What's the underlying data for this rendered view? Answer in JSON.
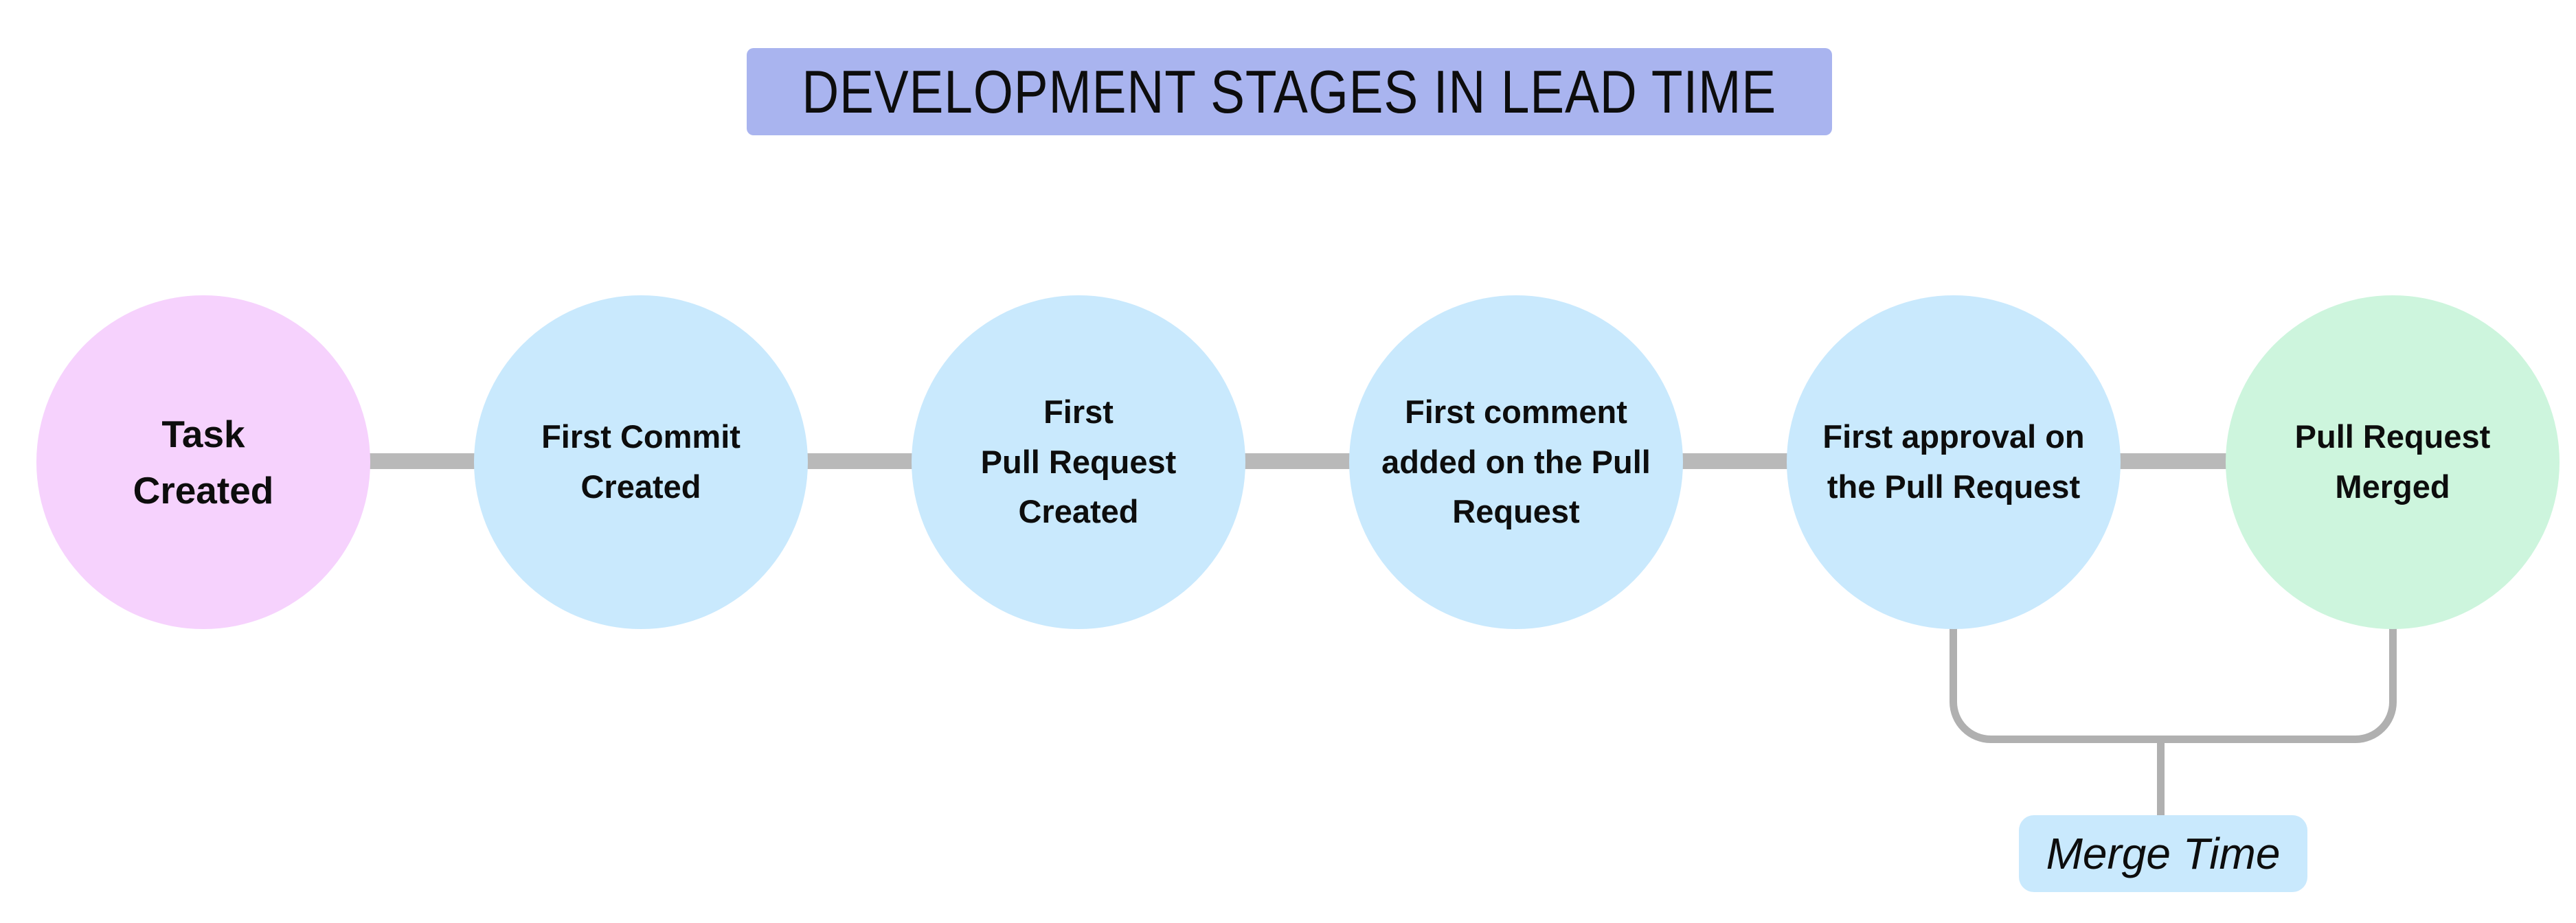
{
  "title": {
    "text": "DEVELOPMENT STAGES IN LEAD TIME"
  },
  "stages": [
    {
      "id": "task-created",
      "label": "Task\nCreated",
      "color": "#f6d2fd"
    },
    {
      "id": "first-commit-created",
      "label": "First Commit\nCreated",
      "color": "#c9e9fd"
    },
    {
      "id": "first-pull-request-created",
      "label": "First\nPull Request\nCreated",
      "color": "#c9e9fd"
    },
    {
      "id": "first-comment-added",
      "label": "First comment\nadded on the Pull\nRequest",
      "color": "#c9e9fd"
    },
    {
      "id": "first-approval",
      "label": "First approval on\nthe Pull Request",
      "color": "#c9e9fd"
    },
    {
      "id": "pull-request-merged",
      "label": "Pull Request\nMerged",
      "color": "#cdf5dd"
    }
  ],
  "merge_time": {
    "label": "Merge Time",
    "bg": "#c9e9fd",
    "connects": [
      "first-approval",
      "pull-request-merged"
    ]
  },
  "colors": {
    "background": "#ffffff",
    "banner_bg": "#a9b4ef",
    "connector": "#b9b9b9",
    "bracket": "#b0b0b0",
    "text": "#0d0d0d"
  }
}
